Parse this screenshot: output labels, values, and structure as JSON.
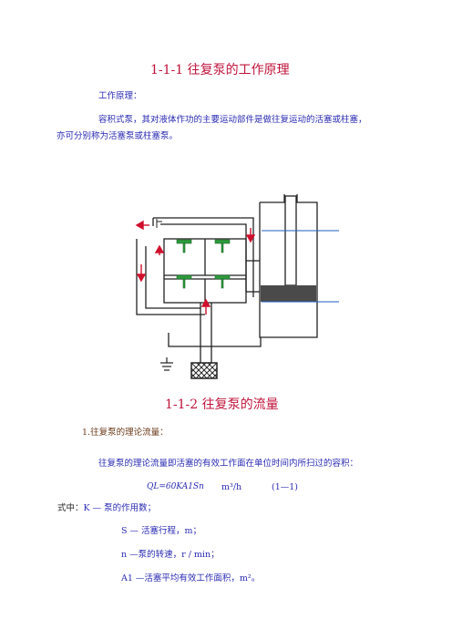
{
  "section1": {
    "title": "1-1-1 往复泵的工作原理",
    "label": "工作原理：",
    "para_line1": "容积式泵，其对液体作功的主要运动部件是做往复运动的活塞或柱塞，",
    "para_line2": "亦可分别称为活塞泵或柱塞泵。"
  },
  "section2": {
    "title": "1-1-2 往复泵的流量",
    "item1": "1.往复泵的理论流量：",
    "desc": "往复泵的理论流量即活塞的有效工作面在单位时间内所扫过的容积：",
    "formula": "QL=60KA1Sn",
    "formula_unit": "m³/h",
    "formula_ref": "(1—1)",
    "where_prefix": "式中：",
    "where_k": "K — 泵的作用数；",
    "def_s": "S — 活塞行程，m；",
    "def_n": "n —泵的转速，r / min；",
    "def_a": "A1 —活塞平均有效工作面积，m²。"
  }
}
